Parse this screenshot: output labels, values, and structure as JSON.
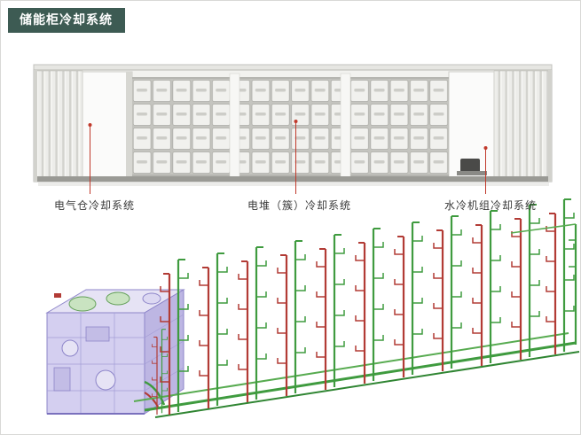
{
  "header": {
    "title": "储能柜冷却系统"
  },
  "container_labels": [
    {
      "id": "electrical",
      "text": "电气仓冷却系统"
    },
    {
      "id": "stack",
      "text": "电堆（簇）冷却系统"
    },
    {
      "id": "chiller",
      "text": "水冷机组冷却系统"
    }
  ],
  "colors": {
    "banner_bg": "#3d5b53",
    "banner_text": "#ffffff",
    "leader_line_red": "#c0392b",
    "pipe_green": "#3f9b3f",
    "pipe_red": "#b23b35",
    "chiller_purple": "#8d85c9",
    "container_body": "#f2f2ef"
  }
}
